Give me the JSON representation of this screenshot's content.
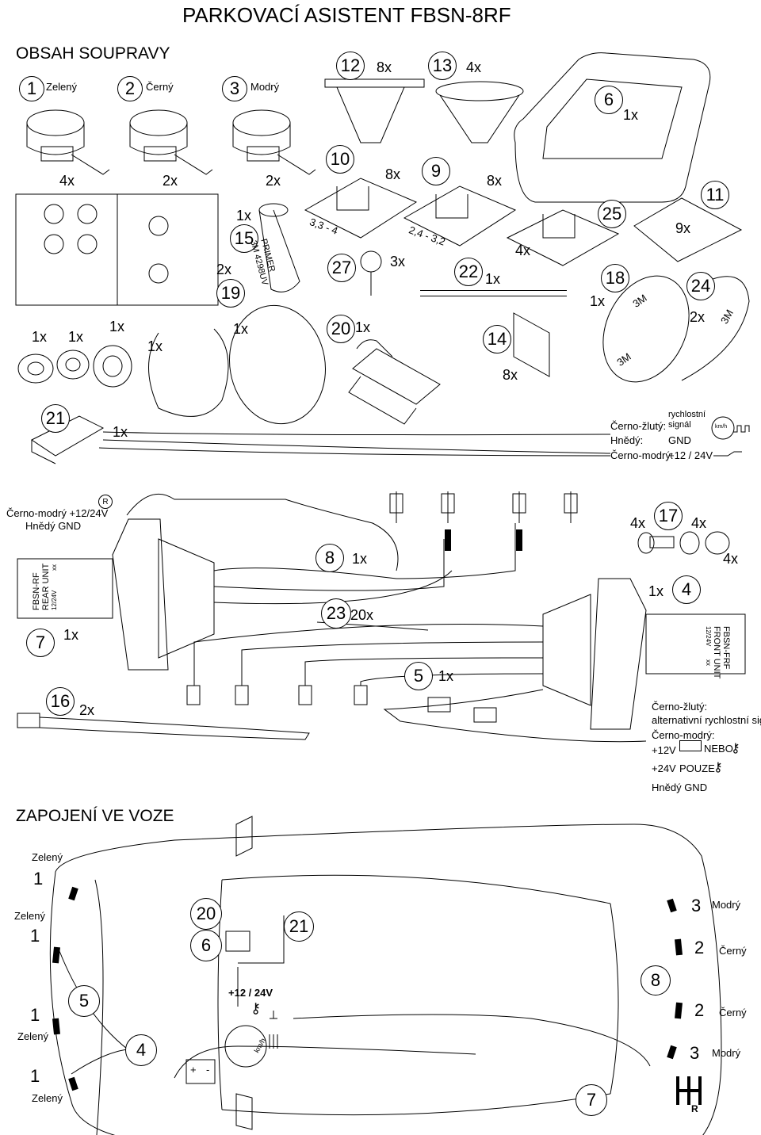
{
  "title": "PARKOVACÍ ASISTENT FBSN-8RF",
  "kit_heading": "OBSAH SOUPRAVY",
  "install_heading": "ZAPOJENÍ VE VOZE",
  "sensor_colors": [
    {
      "num": "1",
      "label": "Zelený"
    },
    {
      "num": "2",
      "label": "Černý"
    },
    {
      "num": "3",
      "label": "Modrý"
    }
  ],
  "parts": [
    {
      "num": "12",
      "qty": "8x"
    },
    {
      "num": "13",
      "qty": "4x"
    },
    {
      "num": "6",
      "qty": "1x"
    },
    {
      "num": "10",
      "qty": "8x"
    },
    {
      "num": "9",
      "qty": "8x"
    },
    {
      "num": "11",
      "qty": "9x"
    },
    {
      "num": "25",
      "qty": "4x"
    },
    {
      "num": "15",
      "qty": "1x"
    },
    {
      "num": "19",
      "qty": "2x"
    },
    {
      "num": "27",
      "qty": "3x"
    },
    {
      "num": "22",
      "qty": "1x"
    },
    {
      "num": "18",
      "qty": "1x"
    },
    {
      "num": "24",
      "qty": "2x"
    },
    {
      "num": "20",
      "qty": "1x"
    },
    {
      "num": "14",
      "qty": "8x"
    },
    {
      "num": "21",
      "qty": "1x"
    },
    {
      "num": "17",
      "qty": "4x"
    },
    {
      "num": "8",
      "qty": "1x"
    },
    {
      "num": "4",
      "qty": "1x"
    },
    {
      "num": "23",
      "qty": "20x"
    },
    {
      "num": "7",
      "qty": "1x"
    },
    {
      "num": "5",
      "qty": "1x"
    },
    {
      "num": "16",
      "qty": "2x"
    }
  ],
  "qty_labels": {
    "sensor_4x": "4x",
    "sensor_2x_a": "2x",
    "sensor_2x_b": "2x",
    "nut": "1x",
    "washer": "1x",
    "ring": "1x",
    "clip": "1x",
    "disc": "1x",
    "p17_left": "4x",
    "p17_right": "4x",
    "p17_extra": "4x"
  },
  "ring_sizes": {
    "r10": "3,3 - 4",
    "r9": "2,4 - 3,2"
  },
  "primer": {
    "line1": "PRIMER",
    "line2": "3M 4298UV"
  },
  "tape_labels": {
    "a": "3M",
    "b": "3M",
    "c": "3M"
  },
  "wires_21": {
    "cz_label": "Černo-žlutý:",
    "cz_value_1": "rychlostní",
    "cz_value_2": "signál",
    "brown_label": "Hnědý:",
    "brown_value": "GND",
    "cm_label": "Černo-modrý:",
    "cm_value": "+12 / 24V",
    "kmh": "km/h"
  },
  "rear_unit": {
    "power_label": "Černo-modrý  +12/24V",
    "gnd_label": "Hnědý  GND",
    "reverse": "R",
    "line1": "FBSN-RF",
    "line2": "REAR UNIT",
    "line3": "12/24V",
    "line4": "xx"
  },
  "front_unit": {
    "line1": "FBSN-FRF",
    "line2": "FRONT UNIT",
    "line3": "12/24V",
    "line4": "xx",
    "cz_label": "Černo-žlutý:",
    "cz_value": "alternativní rychlostní signál",
    "cm_label": "Černo-modrý:",
    "v12": "+12V",
    "nebo": "NEBO",
    "v24": "+24V",
    "pouze": "POUZE",
    "gnd": "Hnědý   GND"
  },
  "car": {
    "left_labels": [
      {
        "num": "1",
        "label": "Zelený"
      },
      {
        "num": "1",
        "label": "Zelený"
      },
      {
        "num": "1",
        "label": "Zelený"
      },
      {
        "num": "1",
        "label": "Zelený"
      }
    ],
    "right_labels": [
      {
        "num": "3",
        "label": "Modrý"
      },
      {
        "num": "2",
        "label": "Černý"
      },
      {
        "num": "2",
        "label": "Černý"
      },
      {
        "num": "3",
        "label": "Modrý"
      }
    ],
    "n20": "20",
    "n6": "6",
    "n21": "21",
    "n5": "5",
    "n4": "4",
    "n8": "8",
    "n7": "7",
    "power": "+12 / 24V",
    "kmh": "km/h",
    "reverse": "R",
    "plus": "+",
    "minus": "-"
  }
}
